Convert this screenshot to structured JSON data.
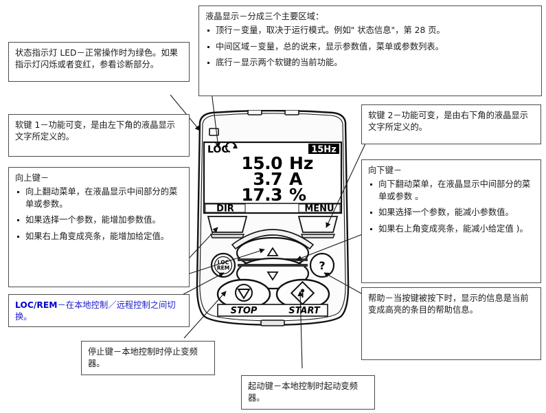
{
  "diagram": {
    "title": "ACS control panel callout diagram"
  },
  "callouts": {
    "lcd_display": {
      "lead": "液晶显示－分成三个主要区域：",
      "bullets": [
        "顶行－变量，取决于运行模式。例如\" 状态信息\"，第 28 页。",
        "中间区域－变量，总的说来，显示参数值，菜单或参数列表。",
        "底行－显示两个软键的当前功能。"
      ]
    },
    "status_led": {
      "text": "状态指示灯 LED－正常操作时为绿色。如果指示灯闪烁或者变红，参看诊断部分。"
    },
    "softkey1": {
      "text": "软键 1－功能可变，是由左下角的液晶显示文字所定义的。"
    },
    "softkey2": {
      "text": "软键 2－功能可变，是由右下角的液晶显示文字所定义的。"
    },
    "up_key": {
      "lead": "向上键－",
      "bullets": [
        "向上翻动菜单，在液晶显示中间部分的菜单或参数。",
        "如果选择一个参数，能增加参数值。",
        "如果右上角变成亮条，能增加给定值。"
      ]
    },
    "down_key": {
      "lead": "向下键－",
      "bullets": [
        "向下翻动菜单，在液晶显示中间部分的菜单或参数 。",
        "如果选择一个参数，能减小参数值。",
        "如果右上角变成亮条，能减小给定值 )。"
      ]
    },
    "loc_rem": {
      "keyword": "LOC/REM",
      "text": "－在本地控制／远程控制之间切换。"
    },
    "help": {
      "text": "帮助－当按键被按下时，显示的信息是当前变成高亮的条目的帮助信息。"
    },
    "stop_key": {
      "text": "停止键－本地控制时停止变频器。"
    },
    "start_key": {
      "text": "起动键－本地控制时起动变频器。"
    }
  },
  "device": {
    "lcd": {
      "status_mode": "LOC",
      "rotation_icon": "rotation-arrow-icon",
      "reference_badge": "15Hz",
      "rows": [
        {
          "value": "15.0",
          "unit": "Hz"
        },
        {
          "value": "3.7",
          "unit": "A"
        },
        {
          "value": "17.3",
          "unit": "%"
        }
      ],
      "softkey_left": "DIR",
      "softkey_right": "MENU"
    },
    "keys": {
      "up": "up-arrow-icon",
      "down": "down-arrow-icon",
      "loc_rem_line1": "LOC",
      "loc_rem_line2": "REM",
      "help": "?",
      "stop_label": "STOP",
      "start_label": "START"
    }
  },
  "colors": {
    "box_border": "#4a4a4a",
    "text": "#1a1a1a",
    "blue_text": "#1c1ccc",
    "lcd_background": "#ffffff",
    "lcd_ink": "#000000",
    "device_body": "#fbfbfb"
  }
}
